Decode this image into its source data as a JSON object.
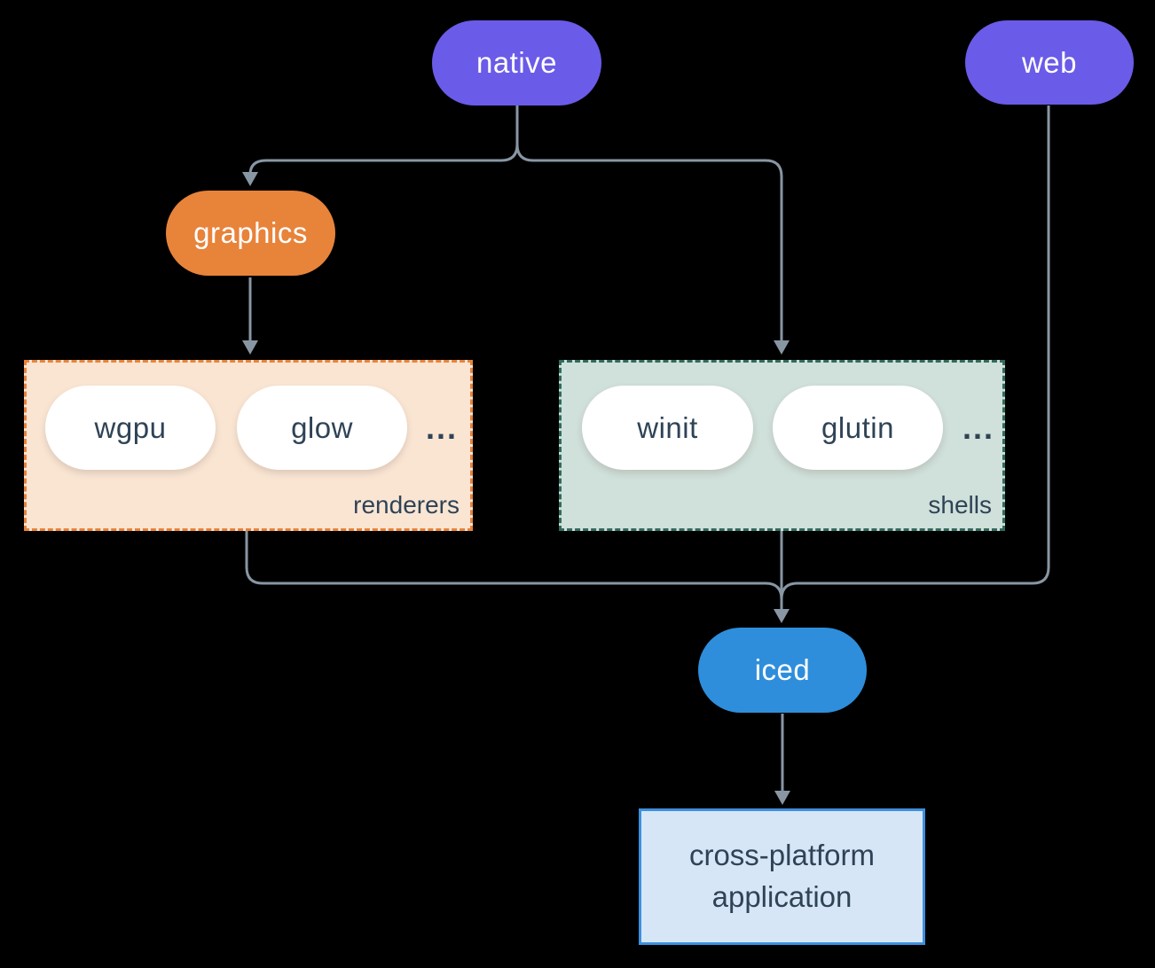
{
  "nodes": {
    "native": "native",
    "web": "web",
    "graphics": "graphics",
    "wgpu": "wgpu",
    "glow": "glow",
    "renderers_more": "...",
    "renderers_label": "renderers",
    "winit": "winit",
    "glutin": "glutin",
    "shells_more": "...",
    "shells_label": "shells",
    "iced": "iced",
    "application": "cross-platform application"
  },
  "colors": {
    "background": "#000000",
    "platform_pill": "#6A5BE8",
    "graphics_pill": "#E8833A",
    "iced_pill": "#2E8EDB",
    "library_pill_bg": "#FFFFFF",
    "renderers_box_bg": "#FAE5D3",
    "renderers_box_border": "#E8833A",
    "shells_box_bg": "#D0E0DA",
    "shells_box_border": "#2F6B5D",
    "application_box_bg": "#D6E6F6",
    "application_box_border": "#3D8FDE",
    "dark_text": "#2F4356",
    "edge": "#8896A4"
  }
}
